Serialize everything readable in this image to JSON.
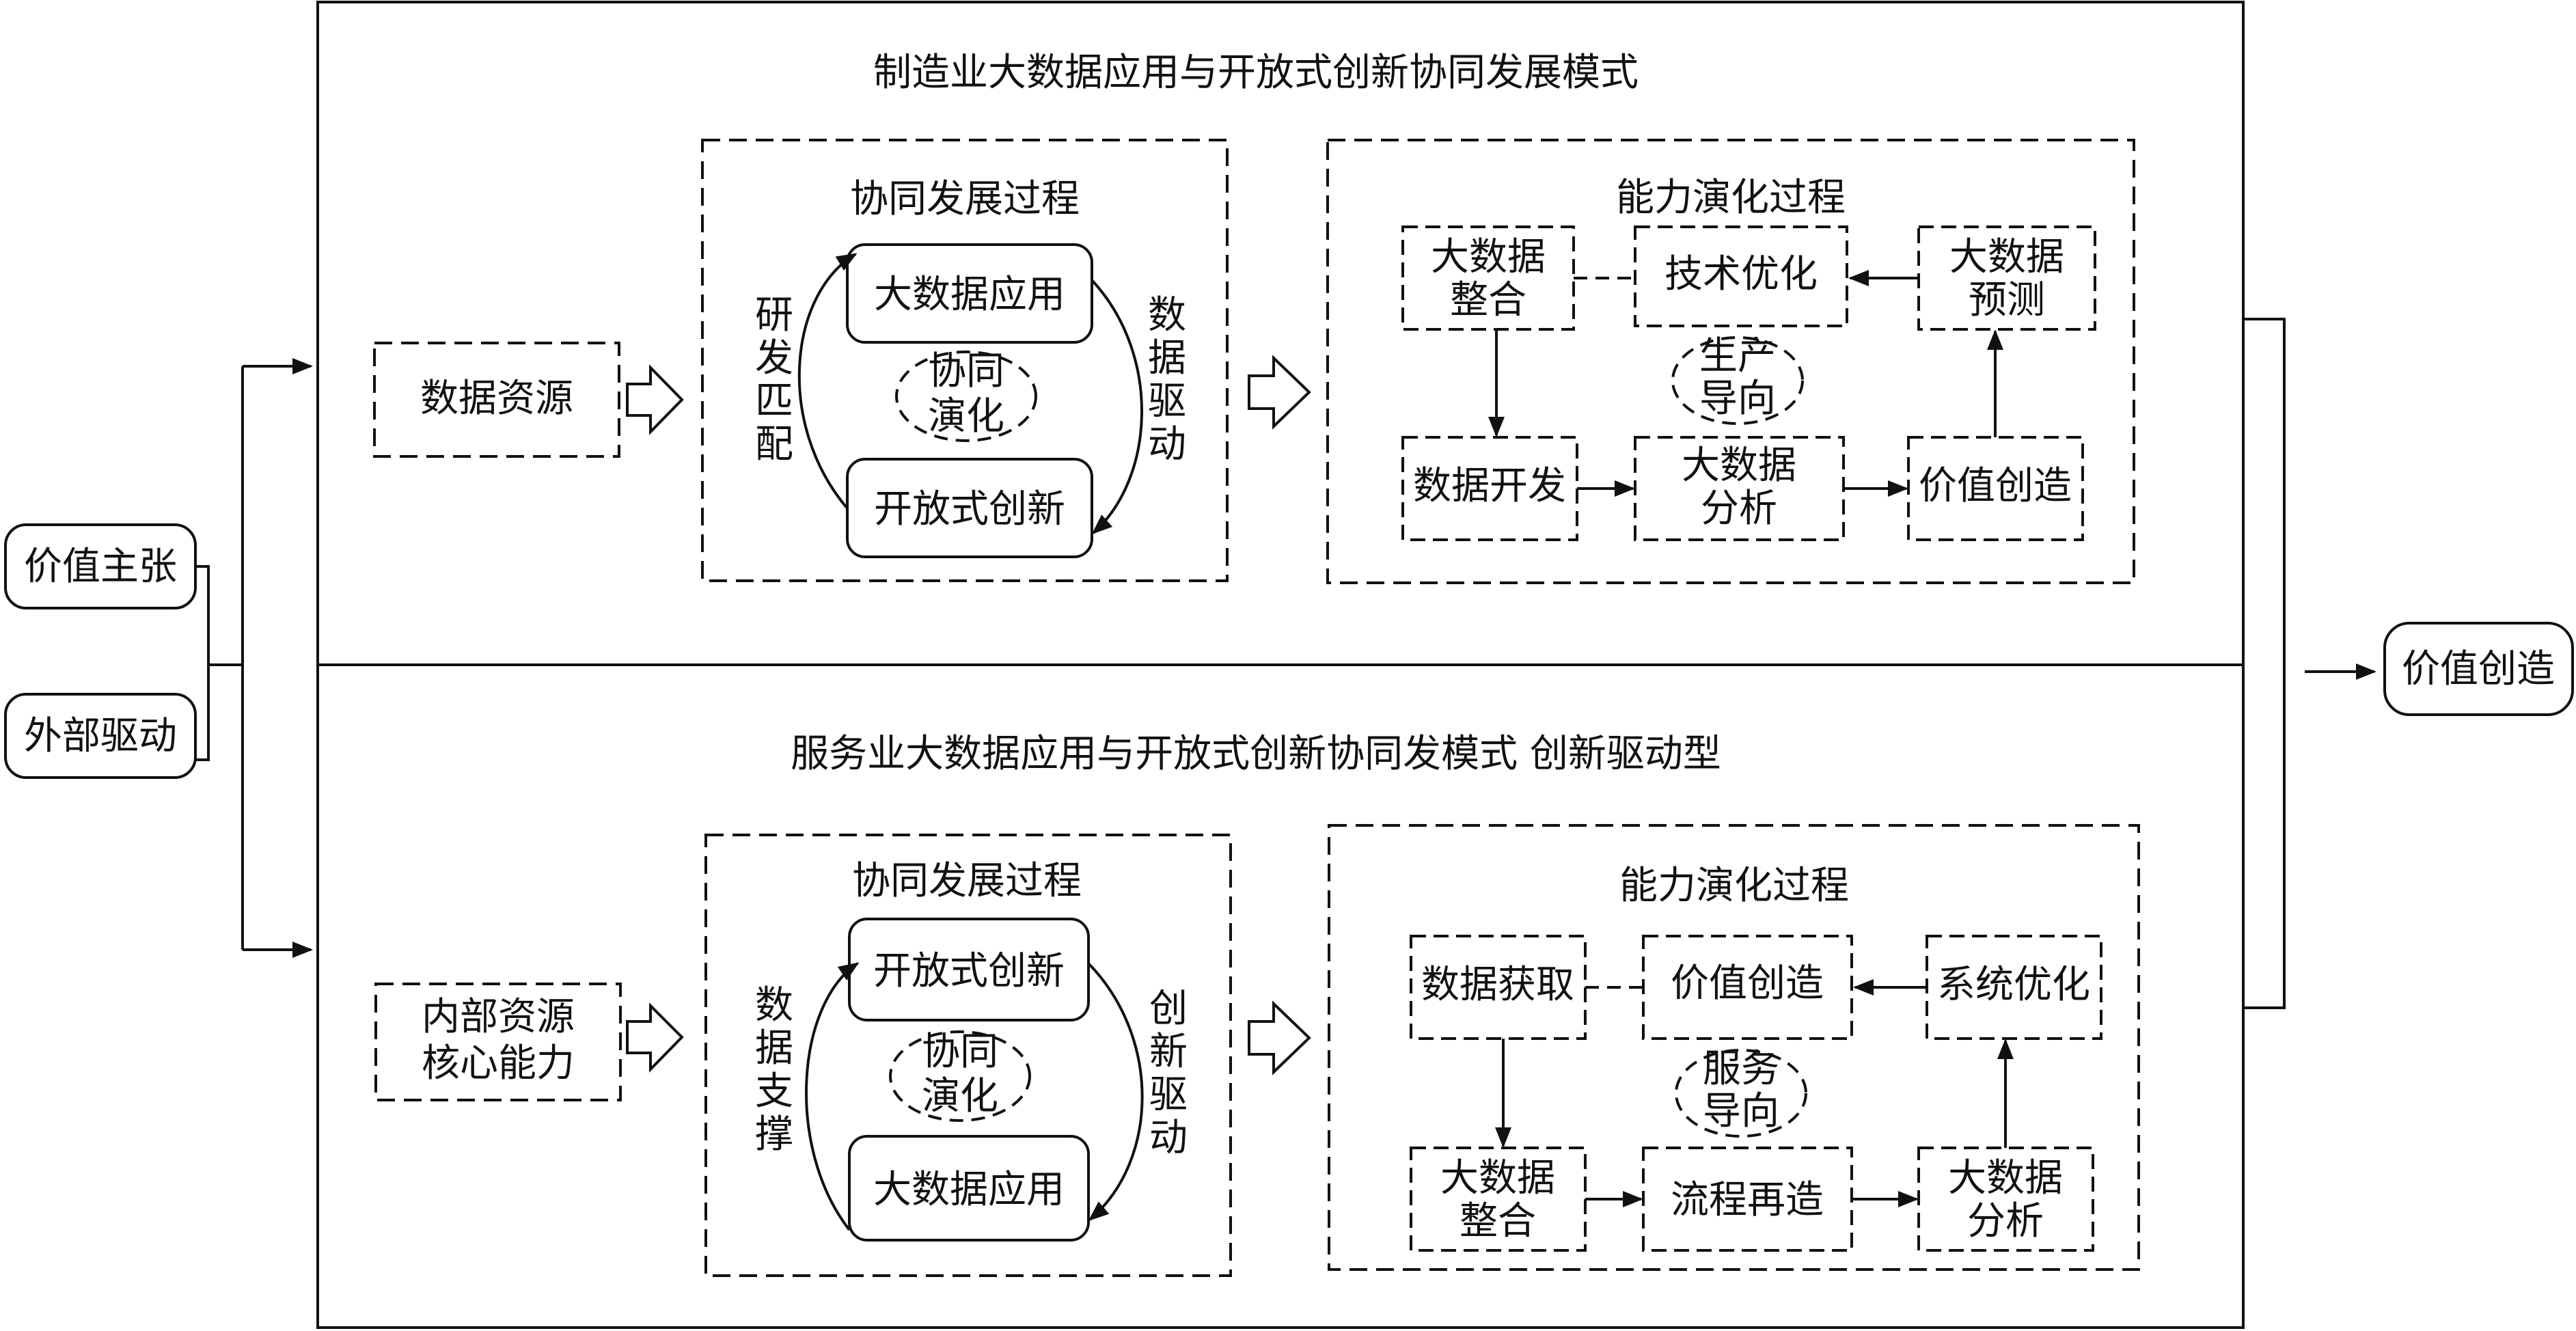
{
  "inputs": {
    "value_proposition": "价值主张",
    "external_drive": "外部驱动"
  },
  "output": {
    "value_creation": "价值创造"
  },
  "manufacturing": {
    "title": "制造业大数据应用与开放式创新协同发展模式",
    "resource": "数据资源",
    "synergy": {
      "title": "协同发展过程",
      "top_box": "大数据应用",
      "bottom_box": "开放式创新",
      "center_line1": "协同",
      "center_line2": "演化",
      "left_label": [
        "研",
        "发",
        "匹",
        "配"
      ],
      "right_label": [
        "数",
        "据",
        "驱",
        "动"
      ]
    },
    "capability": {
      "title": "能力演化过程",
      "tl_line1": "大数据",
      "tl_line2": "整合",
      "tm": "技术优化",
      "tr_line1": "大数据",
      "tr_line2": "预测",
      "center_line1": "生产",
      "center_line2": "导向",
      "bl": "数据开发",
      "bm_line1": "大数据",
      "bm_line2": "分析",
      "br": "价值创造"
    }
  },
  "service": {
    "title": "服务业大数据应用与开放式创新协同发模式  创新驱动型",
    "resource_line1": "内部资源",
    "resource_line2": "核心能力",
    "synergy": {
      "title": "协同发展过程",
      "top_box": "开放式创新",
      "bottom_box": "大数据应用",
      "center_line1": "协同",
      "center_line2": "演化",
      "left_label": [
        "数",
        "据",
        "支",
        "撑"
      ],
      "right_label": [
        "创",
        "新",
        "驱",
        "动"
      ]
    },
    "capability": {
      "title": "能力演化过程",
      "tl": "数据获取",
      "tm": "价值创造",
      "tr": "系统优化",
      "center_line1": "服务",
      "center_line2": "导向",
      "bl_line1": "大数据",
      "bl_line2": "整合",
      "bm": "流程再造",
      "br_line1": "大数据",
      "br_line2": "分析"
    }
  }
}
